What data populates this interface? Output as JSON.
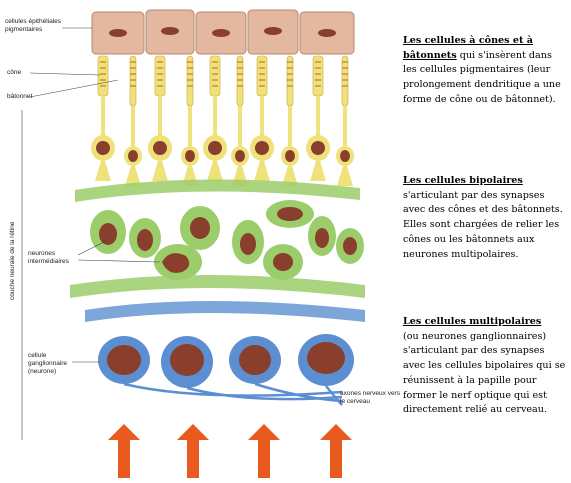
{
  "diagram": {
    "labels": {
      "epithelial": "cellules épithéliales pigmentaires",
      "cone": "cône",
      "rod": "bâtonnet",
      "intermediate": "neurones intermédiaires",
      "ganglion": "cellule ganglionnaire (neurone)",
      "axons": "axones nerveux vers le cerveau",
      "layer": "couche neurale de la rétine"
    }
  },
  "text": {
    "cones_heading": "Les cellules à cônes et à bâtonnets",
    "cones_body": " qui s'insèrent dans les cellules pigmentaires (leur prolongement dendritique a une forme de cône ou de bâtonnet).",
    "bipolar_heading": "Les cellules bipolaires",
    "bipolar_body": "s'articulant par des synapses avec des cônes et des bâtonnets. Elles sont chargées de relier les cônes ou les bâtonnets aux neurones multipolaires.",
    "multi_heading": "Les cellules multipolaires",
    "multi_body": "(ou neurones ganglionnaires) s'articulant par des synapses avec les cellules bipolaires qui se réunissent à la papille pour former le nerf optique qui est directement relié au cerveau."
  },
  "colors": {
    "epithelium": "#e4b7a0",
    "nucleus": "#8a3e2c",
    "photoreceptor": "#f0e27a",
    "bipolar": "#9ccd6b",
    "ganglion": "#5b8fd1",
    "arrow": "#e85a1e"
  }
}
